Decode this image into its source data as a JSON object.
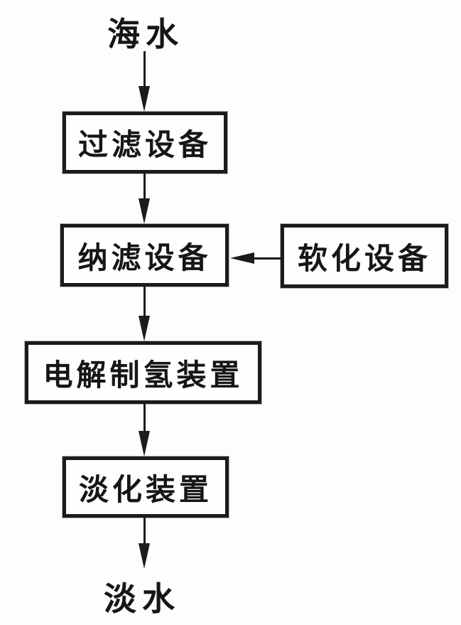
{
  "diagram": {
    "title": "seawater-desalination-flowchart",
    "colors": {
      "ink": "#1b1b1b",
      "background": "#ffffff"
    },
    "nodes": {
      "source_label": "海水",
      "box_filter": "过滤设备",
      "box_nanofilter": "纳滤设备",
      "box_softener": "软化设备",
      "box_electrolysis": "电解制氢装置",
      "box_desalination": "淡化装置",
      "output_label": "淡水"
    },
    "edges": [
      {
        "from": "海水",
        "to": "过滤设备",
        "direction": "down"
      },
      {
        "from": "过滤设备",
        "to": "纳滤设备",
        "direction": "down"
      },
      {
        "from": "软化设备",
        "to": "纳滤设备",
        "direction": "left"
      },
      {
        "from": "纳滤设备",
        "to": "电解制氢装置",
        "direction": "down"
      },
      {
        "from": "电解制氢装置",
        "to": "淡化装置",
        "direction": "down"
      },
      {
        "from": "淡化装置",
        "to": "淡水",
        "direction": "down"
      }
    ]
  }
}
